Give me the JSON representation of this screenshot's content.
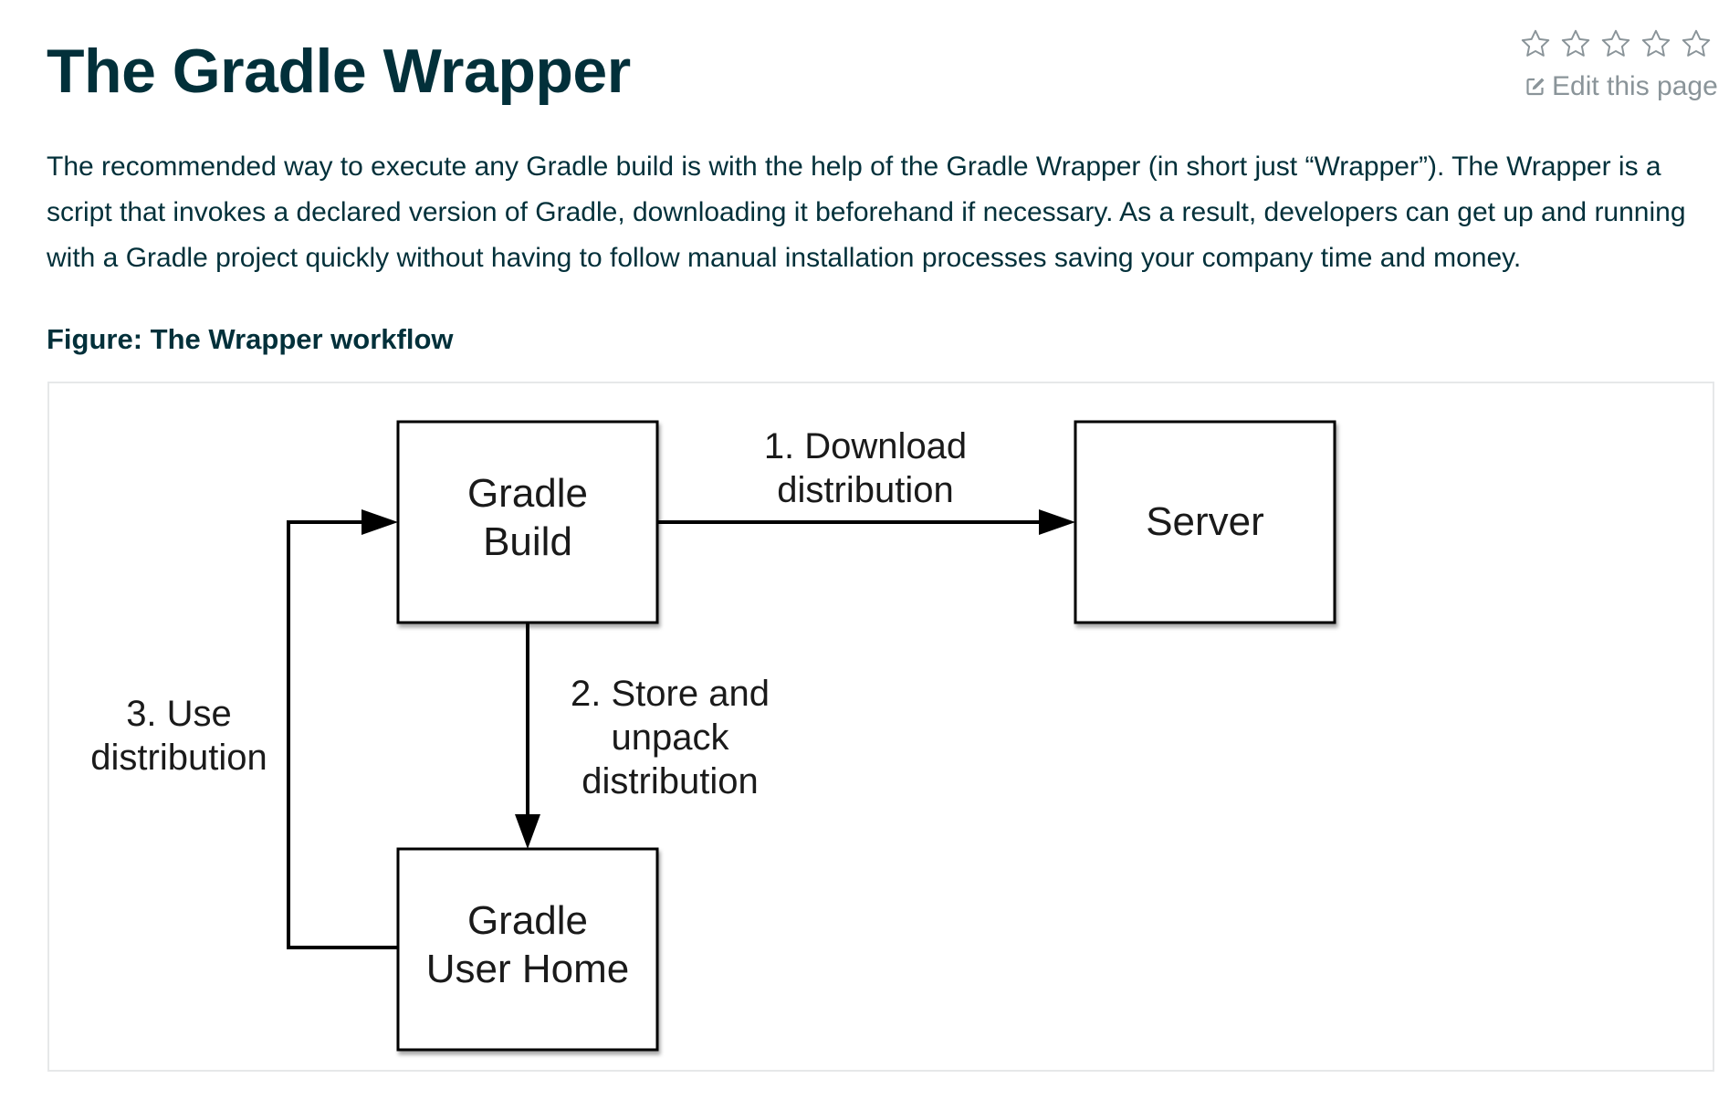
{
  "page": {
    "title": "The Gradle Wrapper",
    "edit_link": "Edit this page",
    "rating": {
      "max_stars": 5,
      "filled_stars": 0
    },
    "intro_text": "The recommended way to execute any Gradle build is with the help of the Gradle Wrapper (in short just “Wrapper”). The Wrapper is a script that invokes a declared version of Gradle, downloading it beforehand if necessary. As a result, developers can get up and running with a Gradle project quickly without having to follow manual installation processes saving your company time and money.",
    "figure_caption": "Figure: The Wrapper workflow"
  },
  "diagram": {
    "nodes": {
      "gradle_build": {
        "line1": "Gradle",
        "line2": "Build"
      },
      "server": {
        "line1": "Server"
      },
      "gradle_user_home": {
        "line1": "Gradle",
        "line2": "User Home"
      }
    },
    "edges": {
      "download": {
        "line1": "1. Download",
        "line2": "distribution"
      },
      "store": {
        "line1": "2. Store and",
        "line2": "unpack",
        "line3": "distribution"
      },
      "use": {
        "line1": "3. Use",
        "line2": "distribution"
      }
    }
  },
  "colors": {
    "heading": "#02303a",
    "muted": "#8a9499",
    "figure_border": "#e6e8e9",
    "diagram_line": "#000000"
  },
  "icons": {
    "star": "star-outline-icon",
    "edit": "edit-icon"
  }
}
